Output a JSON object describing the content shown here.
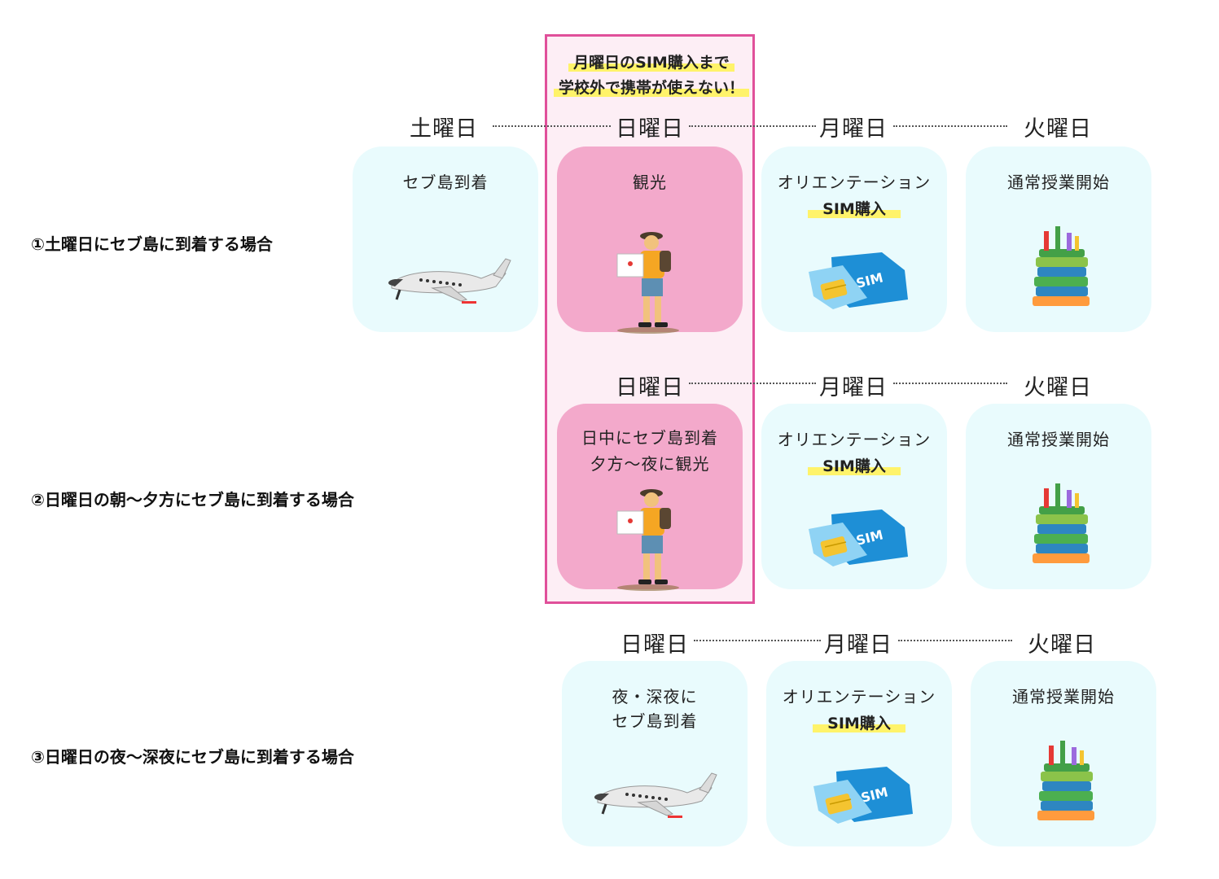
{
  "banner": {
    "line1": "月曜日のSIM購入まで",
    "line2": "学校外で携帯が使えない！"
  },
  "rows": [
    {
      "label": "①土曜日にセブ島に到着する場合",
      "days": [
        "土曜日",
        "日曜日",
        "月曜日",
        "火曜日"
      ],
      "cards": [
        {
          "text1": "セブ島到着",
          "text2": "",
          "icon": "airplane-icon"
        },
        {
          "text1": "観光",
          "text2": "",
          "icon": "traveler-icon"
        },
        {
          "text1": "オリエンテーション",
          "text2": "SIM購入",
          "icon": "sim-card-icon"
        },
        {
          "text1": "通常授業開始",
          "text2": "",
          "icon": "books-icon"
        }
      ]
    },
    {
      "label": "②日曜日の朝〜夕方にセブ島に到着する場合",
      "days": [
        "日曜日",
        "月曜日",
        "火曜日"
      ],
      "cards": [
        {
          "text1": "日中にセブ島到着",
          "text2": "夕方〜夜に観光",
          "icon": "traveler-icon"
        },
        {
          "text1": "オリエンテーション",
          "text2": "SIM購入",
          "icon": "sim-card-icon"
        },
        {
          "text1": "通常授業開始",
          "text2": "",
          "icon": "books-icon"
        }
      ]
    },
    {
      "label": "③日曜日の夜〜深夜にセブ島に到着する場合",
      "days": [
        "日曜日",
        "月曜日",
        "火曜日"
      ],
      "cards": [
        {
          "text1": "夜・深夜に",
          "text2": "セブ島到着",
          "icon": "airplane-icon"
        },
        {
          "text1": "オリエンテーション",
          "text2": "SIM購入",
          "icon": "sim-card-icon"
        },
        {
          "text1": "通常授業開始",
          "text2": "",
          "icon": "books-icon"
        }
      ]
    }
  ],
  "sim_card_text": "SIM",
  "colors": {
    "highlight_border": "#e0509a",
    "highlight_fill": "#fdeef5",
    "card": "#e9fbfd",
    "pink_card": "#f3a9cb",
    "marker": "#fff36a"
  }
}
